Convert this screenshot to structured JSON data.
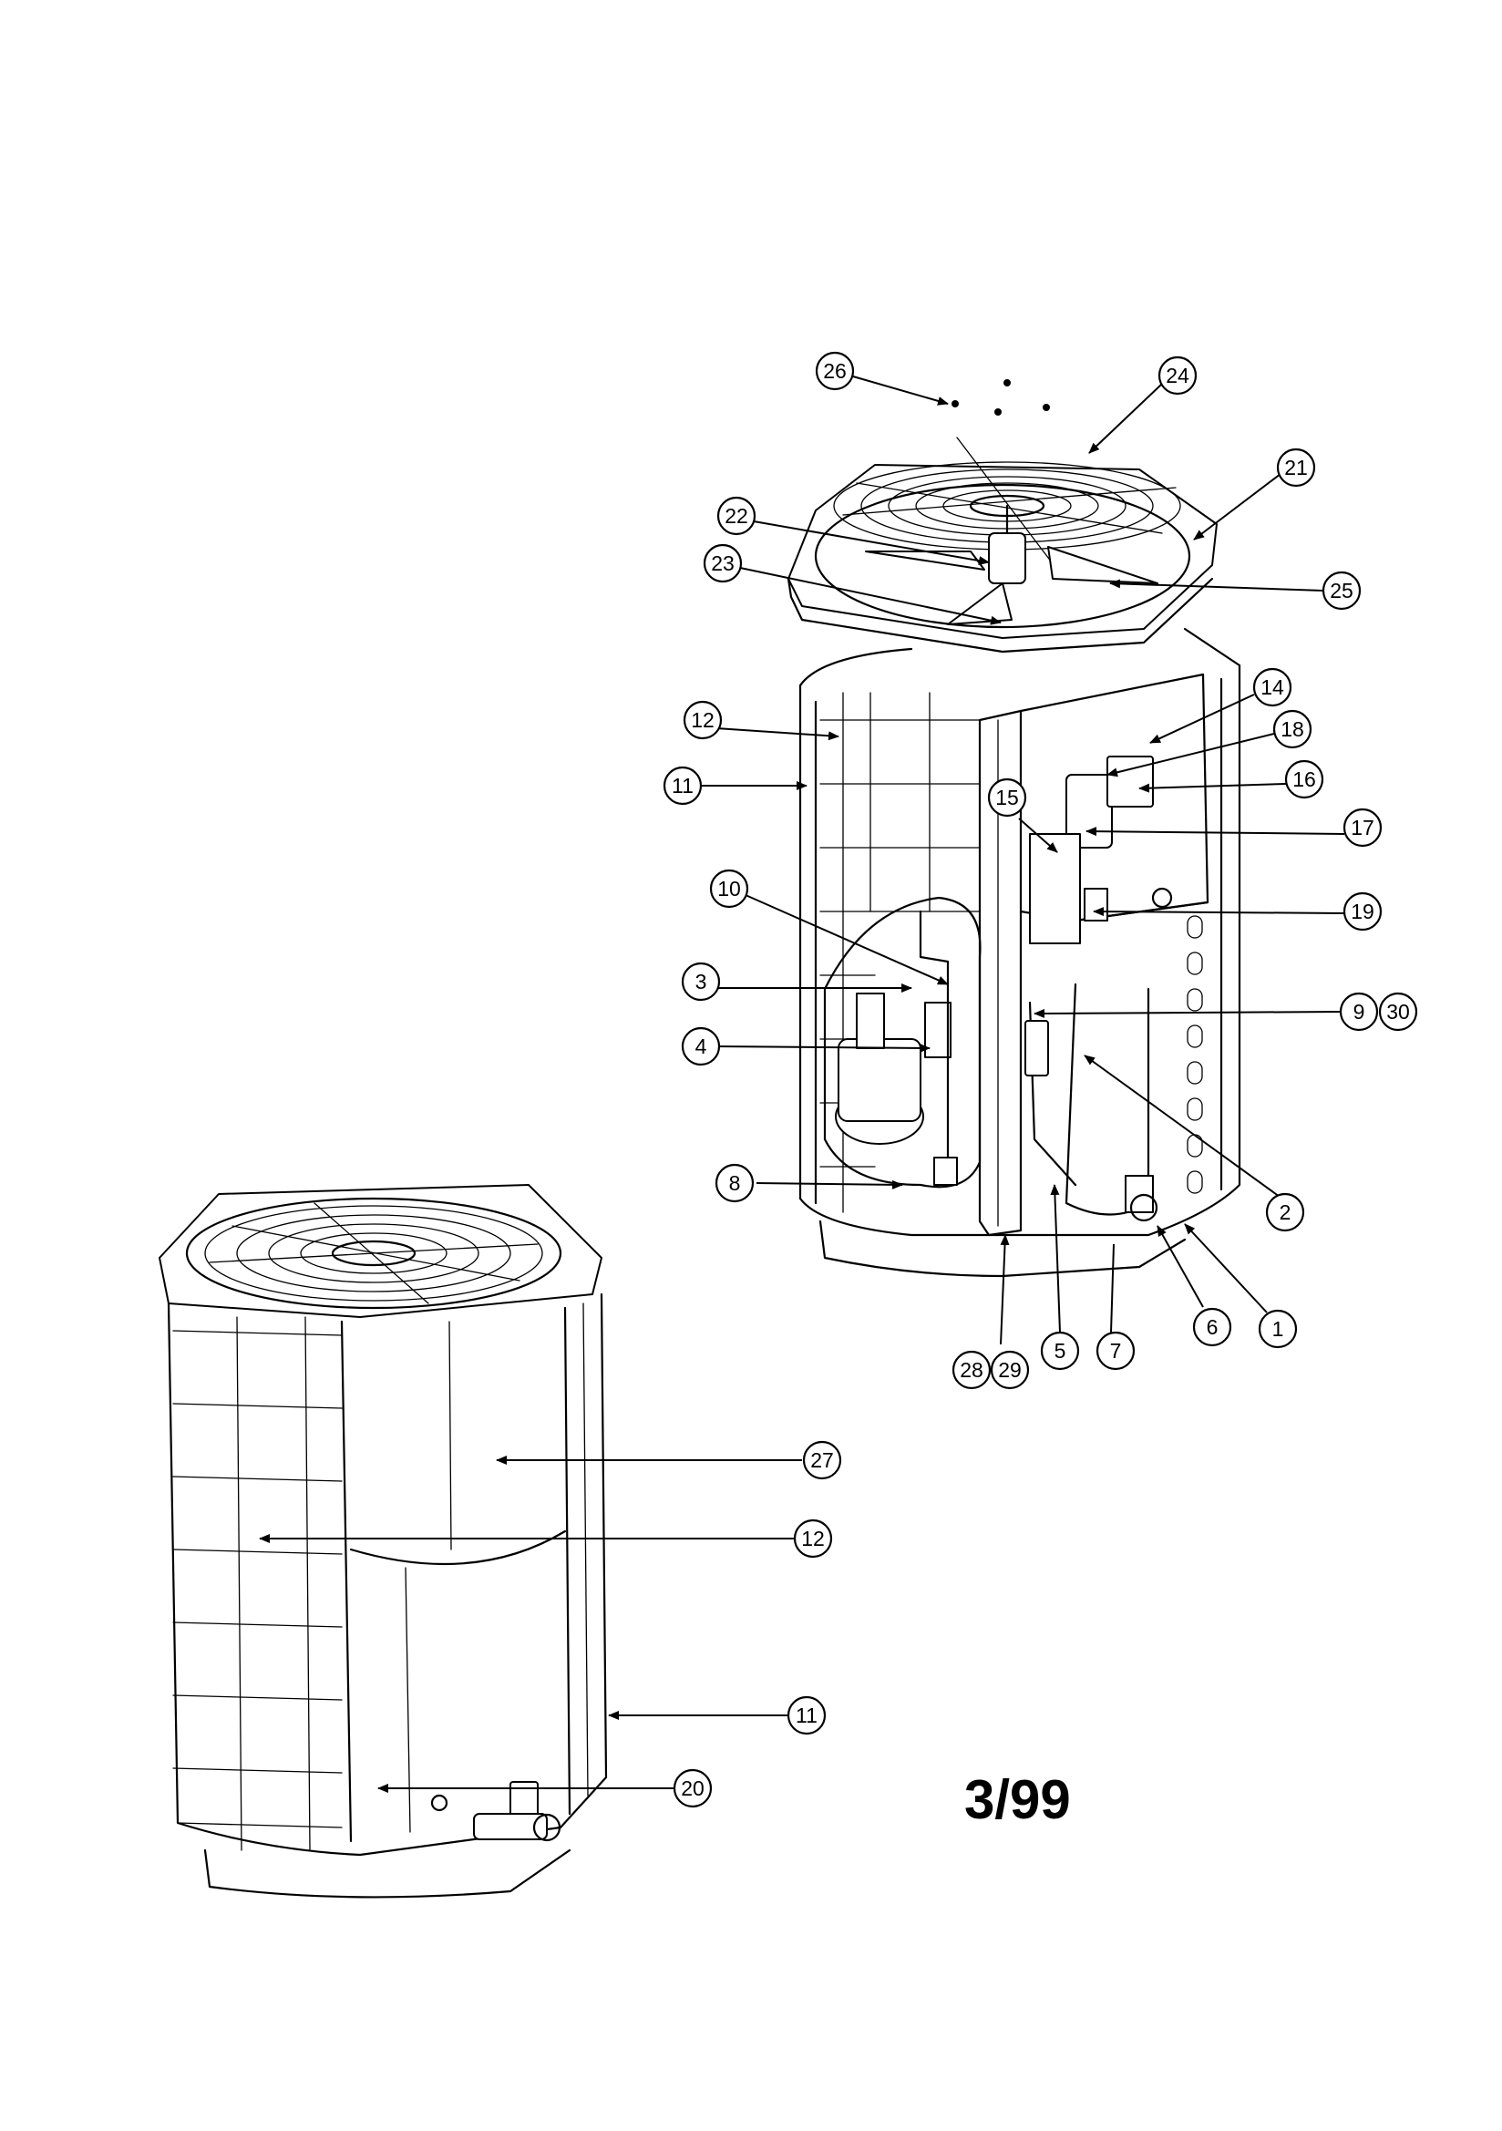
{
  "date_code": "3/99",
  "callouts": {
    "c26": "26",
    "c24": "24",
    "c21": "21",
    "c22": "22",
    "c23": "23",
    "c25": "25",
    "c14": "14",
    "c18": "18",
    "c16": "16",
    "c17": "17",
    "c12a": "12",
    "c11a": "11",
    "c15": "15",
    "c19": "19",
    "c10": "10",
    "c3": "3",
    "c4": "4",
    "c9": "9",
    "c30": "30",
    "c2": "2",
    "c8": "8",
    "c6": "6",
    "c1": "1",
    "c7": "7",
    "c5": "5",
    "c28": "28",
    "c29": "29",
    "c27": "27",
    "c12b": "12",
    "c11b": "11",
    "c20": "20"
  }
}
